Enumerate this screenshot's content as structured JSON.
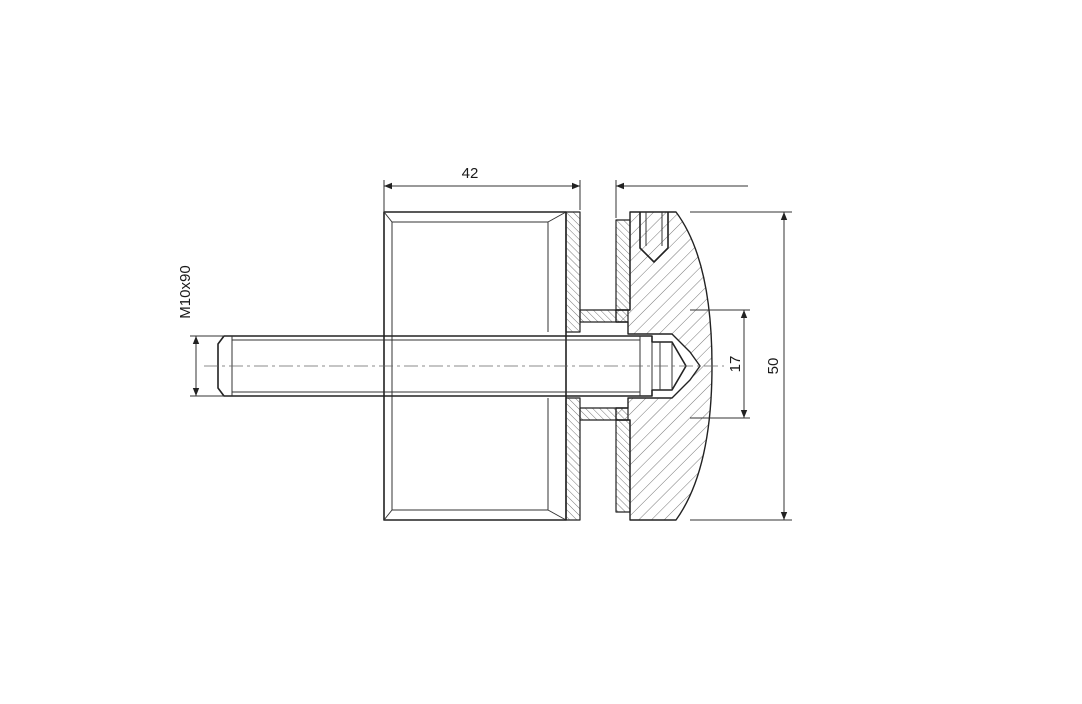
{
  "dimensions": {
    "width_label": "42",
    "bore_label": "17",
    "height_label": "50",
    "bolt_label": "M10x90"
  }
}
